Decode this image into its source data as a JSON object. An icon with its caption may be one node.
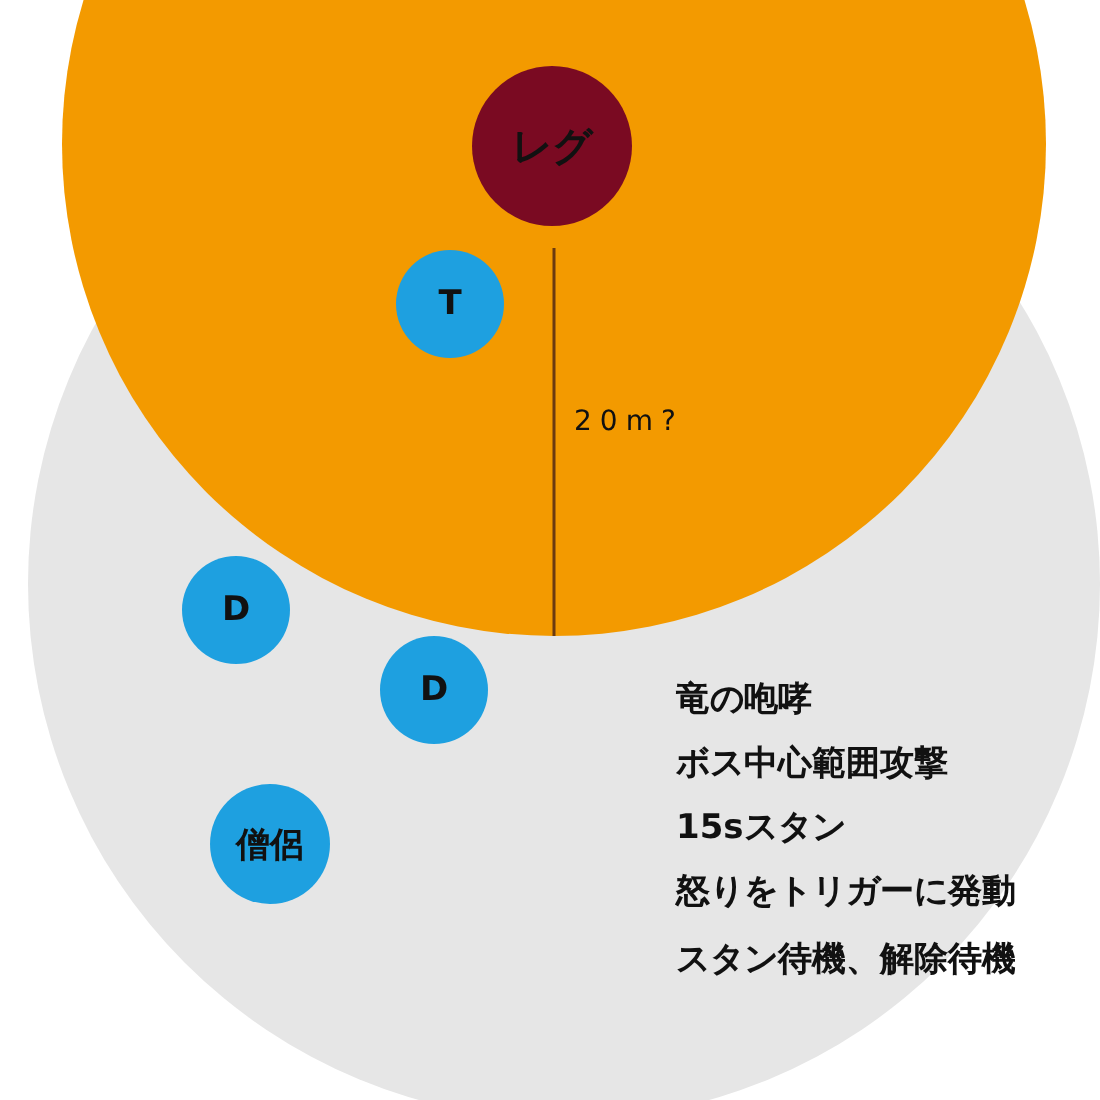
{
  "diagram": {
    "nodes": [
      {
        "text": [
          "レグ"
        ]
      },
      {
        "text": [
          "T"
        ]
      },
      {
        "text": [
          "D"
        ]
      },
      {
        "text": [
          "D"
        ]
      },
      {
        "text": [
          "僧侶"
        ]
      }
    ],
    "labels": [
      "20m?",
      "竜の咆哮",
      "ボス中心範囲攻撃",
      "15sスタン",
      "怒りをトリガーに発動",
      "スタン待機、解除待機"
    ]
  }
}
